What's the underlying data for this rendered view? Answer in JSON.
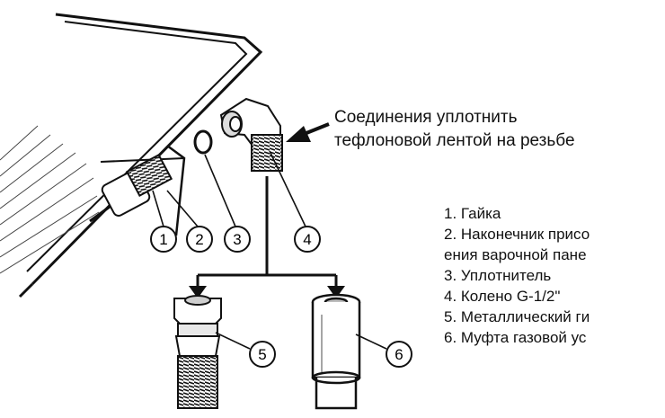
{
  "note": {
    "line1": "Соединения уплотнить",
    "line2": "тефлоновой лентой на резьбе"
  },
  "callouts": [
    "1",
    "2",
    "3",
    "4",
    "5",
    "6"
  ],
  "legend": [
    "1. Гайка",
    "2. Наконечник присо",
    "ения варочной пане",
    "3. Уплотнитель",
    "4. Колено G-1/2\"",
    "5. Металлический ги",
    "6. Муфта газовой ус"
  ]
}
